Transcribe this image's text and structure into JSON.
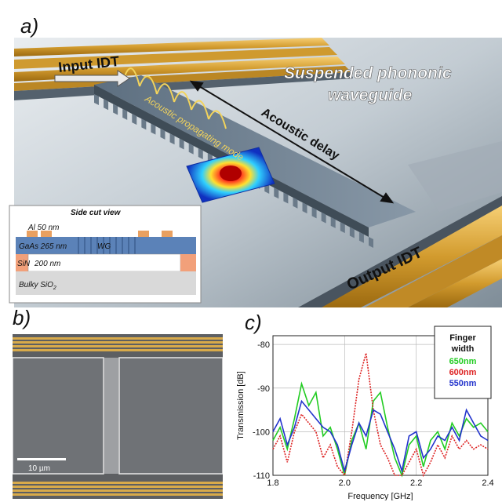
{
  "panel_a": {
    "label": "a)",
    "input_idt": "Input IDT",
    "title_line1": "Suspended phononic",
    "title_line2": "waveguide",
    "acoustic_delay": "Acoustic delay",
    "propagating_mode": "Acoustic propagating mode",
    "output_idt": "Output IDT",
    "inset": {
      "title": "Side cut view",
      "al": "Al 50 nm",
      "gaas": "GaAs 265 nm",
      "wg": "WG",
      "sin": "SiN",
      "sin_thickness": "200 nm",
      "bulky_sio2": "Bulky SiO",
      "bulky_sio2_sub": "2"
    }
  },
  "panel_b": {
    "label": "b)",
    "scale_bar": "10 µm"
  },
  "panel_c": {
    "label": "c)",
    "legend_title_1": "Finger",
    "legend_title_2": "width",
    "colors": {
      "650nm": "#22cc22",
      "600nm": "#dd2222",
      "550nm": "#2233cc"
    }
  },
  "chart_data": {
    "type": "line",
    "xlabel": "Frequency [GHz]",
    "ylabel": "Transmission [dB]",
    "xlim": [
      1.8,
      2.4
    ],
    "ylim": [
      -110,
      -78
    ],
    "xticks": [
      "1.8",
      "2.0",
      "2.2",
      "2.4"
    ],
    "yticks": [
      "-80",
      "-90",
      "-100",
      "-110"
    ],
    "grid": true,
    "legend_position": "top-right",
    "x": [
      1.8,
      1.82,
      1.84,
      1.86,
      1.88,
      1.9,
      1.92,
      1.94,
      1.96,
      1.98,
      2.0,
      2.02,
      2.04,
      2.06,
      2.08,
      2.1,
      2.12,
      2.14,
      2.16,
      2.18,
      2.2,
      2.22,
      2.24,
      2.26,
      2.28,
      2.3,
      2.32,
      2.34,
      2.36,
      2.38,
      2.4
    ],
    "series": [
      {
        "name": "650nm",
        "values": [
          -102,
          -99,
          -104,
          -97,
          -89,
          -94,
          -91,
          -101,
          -99,
          -104,
          -110,
          -102,
          -98,
          -104,
          -93,
          -91,
          -99,
          -106,
          -110,
          -103,
          -101,
          -108,
          -102,
          -100,
          -104,
          -98,
          -101,
          -97,
          -99,
          -98,
          -100
        ]
      },
      {
        "name": "600nm",
        "values": [
          -104,
          -101,
          -107,
          -100,
          -96,
          -98,
          -100,
          -106,
          -103,
          -108,
          -110,
          -100,
          -88,
          -82,
          -95,
          -103,
          -106,
          -110,
          -110,
          -107,
          -104,
          -110,
          -107,
          -103,
          -106,
          -101,
          -104,
          -102,
          -104,
          -103,
          -104
        ]
      },
      {
        "name": "550nm",
        "values": [
          -100,
          -97,
          -103,
          -99,
          -93,
          -95,
          -97,
          -99,
          -100,
          -103,
          -109,
          -103,
          -98,
          -101,
          -95,
          -96,
          -100,
          -104,
          -109,
          -101,
          -100,
          -106,
          -104,
          -101,
          -102,
          -99,
          -102,
          -95,
          -98,
          -101,
          -102
        ]
      }
    ]
  }
}
